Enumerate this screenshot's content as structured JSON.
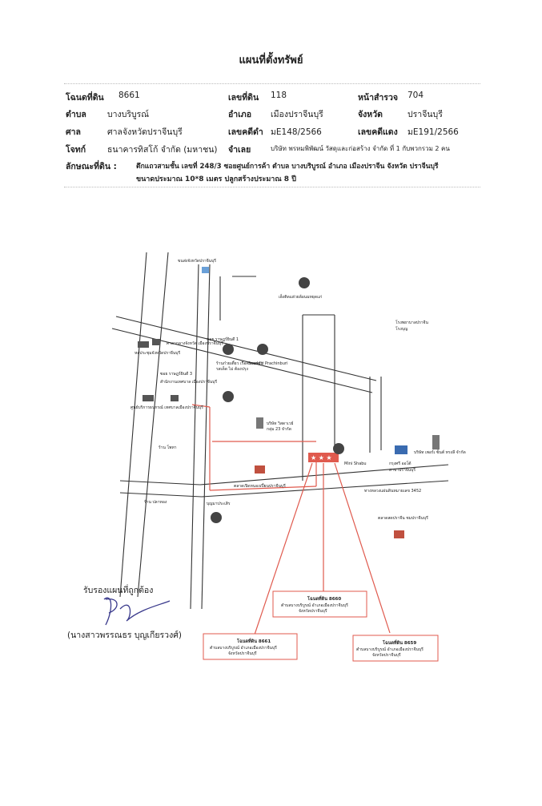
{
  "title": "แผนที่ตั้งทรัพย์",
  "fields": {
    "deed_label": "โฉนดที่ดิน",
    "deed_value": "8661",
    "land_no_label": "เลขที่ดิน",
    "land_no_value": "118",
    "survey_label": "หน้าสำรวจ",
    "survey_value": "704",
    "tambon_label": "ตำบล",
    "tambon_value": "บางบริบูรณ์",
    "amphoe_label": "อำเภอ",
    "amphoe_value": "เมืองปราจีนบุรี",
    "province_label": "จังหวัด",
    "province_value": "ปราจีนบุรี",
    "court_label": "ศาล",
    "court_value": "ศาลจังหวัดปราจีนบุรี",
    "black_case_label": "เลขคดีดำ",
    "black_case_value": "มE148/2566",
    "red_case_label": "เลขคดีแดง",
    "red_case_value": "มE191/2566",
    "plaintiff_label": "โจทก์",
    "plaintiff_value": "ธนาคารทิสโก้ จำกัด (มหาชน)",
    "defendant_label": "จำเลย",
    "defendant_value": "บริษัท พรหมพิพัฒน์ วัสดุและก่อสร้าง จำกัด ที่ 1 กับพวกรวม 2 คน",
    "feature_label": "ลักษณะที่ดิน :",
    "feature_line1": "ตึกแถวสามชั้น เลขที่ 248/3 ซอยศูนย์การค้า ตำบล บางบริบูรณ์ อำเภอ เมืองปราจีน จังหวัด ปราจีนบุรี",
    "feature_line2": "ขนาดประมาณ 10*8 เมตร ปลูกสร้างประมาณ 8 ปี"
  },
  "map": {
    "labels": {
      "transport": "ขนส่งจังหวัดปราจีนบุรี",
      "restaurant_top": "เฮ็งติดแฮ่วยล้อนมหยุดแก่",
      "school": "โรงพยาบาลปราจีน",
      "school_sub": "โรงบุญ",
      "road_soi1": "ซอย ราษฎร์ยินดี 1",
      "hall": "หอประชุมจังหวัดปราจีนบุรี",
      "office": "ศาลากลางจังหวัด เมืองปราจีนบุรี",
      "shop1": "ร้านก๋วยเตี๋ยว เรือครอบครัว",
      "shop1b": "รสเด็ด ไม่ ต้องปรุง",
      "scarlett": "Scarlett Prachinburi",
      "soi3": "ซอย ราษฎร์ยินดี 3",
      "municipal": "สำนักงานเทศบาล เมืองปราจีนบุรี",
      "museum": "ศูนย์บริการธนกรณ์ เทศบาลเมืองปราจีนบุรี",
      "company": "บริษัท วิสดาเวย์",
      "company_sub": "กลุ่ม 23 จำกัด",
      "mini_shabu": "Mini Shabu",
      "krungsri": "กรุงศรี ออโต้",
      "krungsri_sub": "สาขาปราจีนบุรี",
      "bank": "บริษัท เพอร์เ ซ็นต์ ทรงลี จำกัด",
      "market": "ตลาดเปิดหนองเปี๋ยนปราจีนบุรี",
      "road_3452": "ทางหลวงแผ่นดินหมายเลข 3452",
      "shop_left": "ร้าน โพทา",
      "shop_bottom": "ร้าน ปลาทอง",
      "mall": "ตลาดสดปราจีน ชมปราจีนบุรี",
      "person": "บุญมาประเสิร"
    },
    "callouts": [
      {
        "title": "โฉนดที่ดิน 8660",
        "line1": "ตำบลบางบริบูรณ์ อำเภอเมืองปราจีนบุรี",
        "line2": "จังหวัดปราจีนบุรี"
      },
      {
        "title": "โฉนดที่ดิน 8661",
        "line1": "ตำบลบางบริบูรณ์ อำเภอเมืองปราจีนบุรี",
        "line2": "จังหวัดปราจีนบุรี"
      },
      {
        "title": "โฉนดที่ดิน 8659",
        "line1": "ตำบลบางบริบูรณ์ อำเภอเมืองปราจีนบุรี",
        "line2": "จังหวัดปราจีนบุรี"
      }
    ],
    "accent_color": "#e05a4e"
  },
  "signature": {
    "certify": "รับรองแผนที่ถูกต้อง",
    "name": "(นางสาวพรรณธร บุญเกียรวงศ์)"
  }
}
